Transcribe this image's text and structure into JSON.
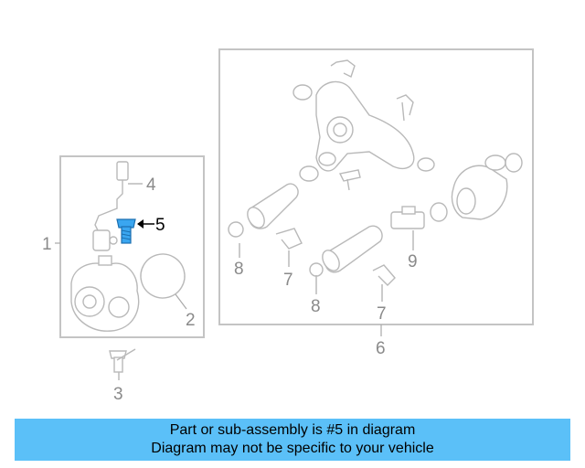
{
  "diagram": {
    "callouts": {
      "c1": "1",
      "c2": "2",
      "c3": "3",
      "c4": "4",
      "c5": "5",
      "c6": "6",
      "c7a": "7",
      "c7b": "7",
      "c8a": "8",
      "c8b": "8",
      "c9": "9"
    },
    "highlight_color": "#3aa6f0"
  },
  "banner": {
    "line1": "Part or sub-assembly is #5 in diagram",
    "line2": "Diagram may not be specific to your vehicle",
    "background": "#5bc0f8"
  }
}
